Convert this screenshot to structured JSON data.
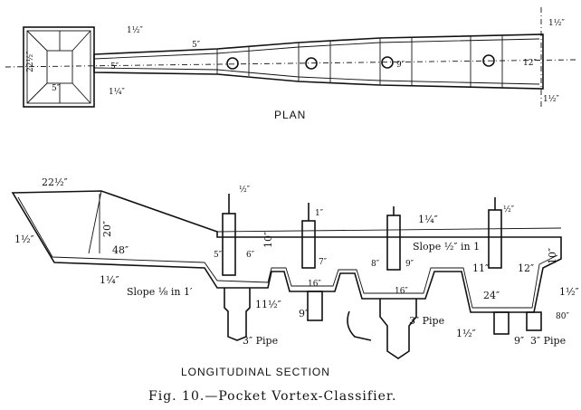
{
  "plan": {
    "title": "PLAN",
    "dims": {
      "top_right": "1½″",
      "top_left": "1½″",
      "left_width": "22½″",
      "inner_w": "5″",
      "inner_h": "5″",
      "throat": "5″",
      "mid": "9″",
      "right_w": "12″",
      "bottom_left": "1¼″",
      "bottom_right": "1½″"
    }
  },
  "section": {
    "title": "LONGITUDINAL SECTION",
    "dims": {
      "top_len": "22½″",
      "depth": "20″",
      "floor_len": "48″",
      "left_edge": "1½″",
      "bottom_left": "1¼″",
      "rise": "10″",
      "p1": "5″",
      "p2": "6″",
      "p3": "7″",
      "p4": "8″",
      "p5": "9″",
      "p6": "11″",
      "p7": "12″",
      "right_rise": "10″",
      "w1": "16″",
      "w2": "16″",
      "w3": "24″",
      "top1": "½″",
      "top2": "1″",
      "top3": "1¼″",
      "top4": "½″",
      "bot1": "11½″",
      "bot2": "9″",
      "bot3": "1½″",
      "bot4": "9″",
      "right_edge": "1½″",
      "right_bot": "80″"
    },
    "slope_top": "Slope ½″ in 1",
    "slope_bottom": "Slope ⅛ in 1′",
    "pipe1": "3″ Pipe",
    "pipe2": "3″ Pipe",
    "pipe3": "3″ Pipe"
  },
  "caption": "Fig. 10.—Pocket Vortex-Classifier."
}
